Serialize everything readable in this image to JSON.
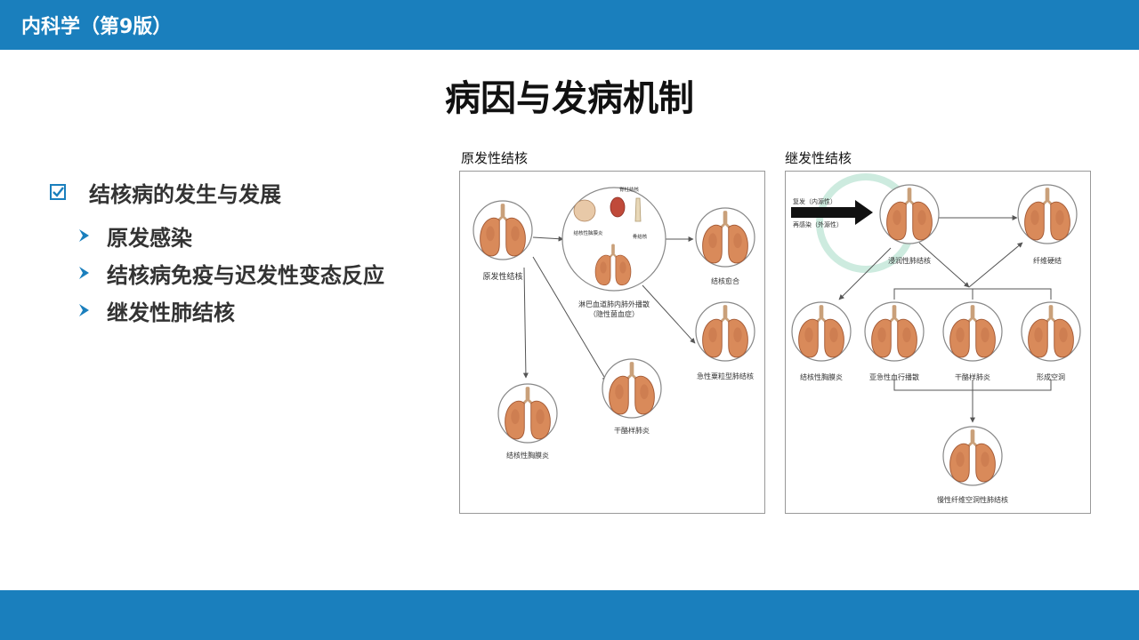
{
  "header": {
    "course_title": "内科学（第9版）"
  },
  "slide": {
    "title": "病因与发病机制"
  },
  "bullets": {
    "main": "结核病的发生与发展",
    "items": [
      "原发感染",
      "结核病免疫与迟发性变态反应",
      "继发性肺结核"
    ]
  },
  "primary_panel": {
    "title": "原发性结核",
    "labels": {
      "primary": "原发性结核",
      "spine": "脊柱结核",
      "meningitis": "结核性脑膜炎",
      "bone": "骨结核",
      "spread_1": "淋巴血道肺内肺外播散",
      "spread_2": "（隐性菌血症）",
      "healed": "结核愈合",
      "miliary": "急性粟粒型肺结核",
      "pleurisy": "结核性胸膜炎",
      "caseous": "干酪样肺炎"
    }
  },
  "secondary_panel": {
    "title": "继发性结核",
    "labels": {
      "recurrence": "复发（内源性）",
      "reinfection": "再感染（外源性）",
      "infiltrative": "浸润性肺结核",
      "fibrosis": "纤维硬结",
      "pleurisy": "结核性胸膜炎",
      "subacute": "亚急性血行播散",
      "caseous": "干酪样肺炎",
      "cavity": "形成空洞",
      "chronic": "慢性纤维空洞性肺结核"
    }
  }
}
